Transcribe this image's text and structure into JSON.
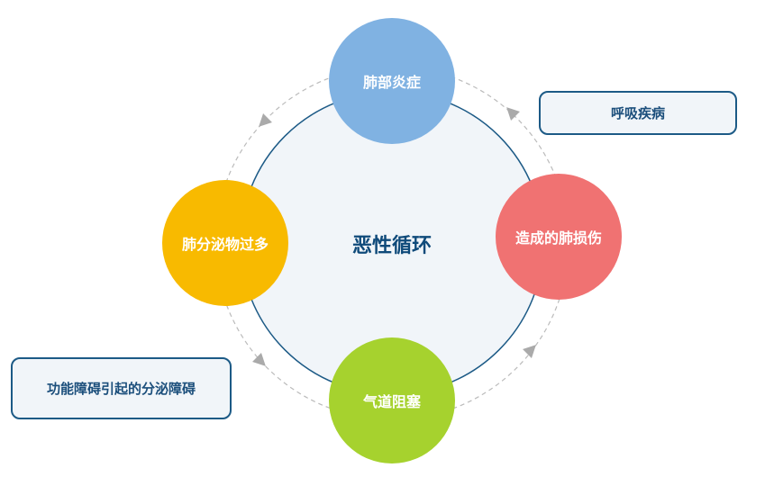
{
  "center": {
    "label": "恶性循环"
  },
  "nodes": [
    {
      "label": "肺部炎症",
      "color": "#80b2e2"
    },
    {
      "label": "造成的肺损伤",
      "color": "#f07272"
    },
    {
      "label": "气道阻塞",
      "color": "#a6d22e"
    },
    {
      "label": "肺分泌物过多",
      "color": "#f8ba00"
    }
  ],
  "notes": [
    {
      "label": "呼吸疾病"
    },
    {
      "label": "功能障碍引起的分泌障碍"
    }
  ],
  "colors": {
    "center_fill": "#f1f5f9",
    "center_stroke": "#1c5a86",
    "dashed": "#bbbbbb",
    "arrow": "#aaaaaa"
  }
}
